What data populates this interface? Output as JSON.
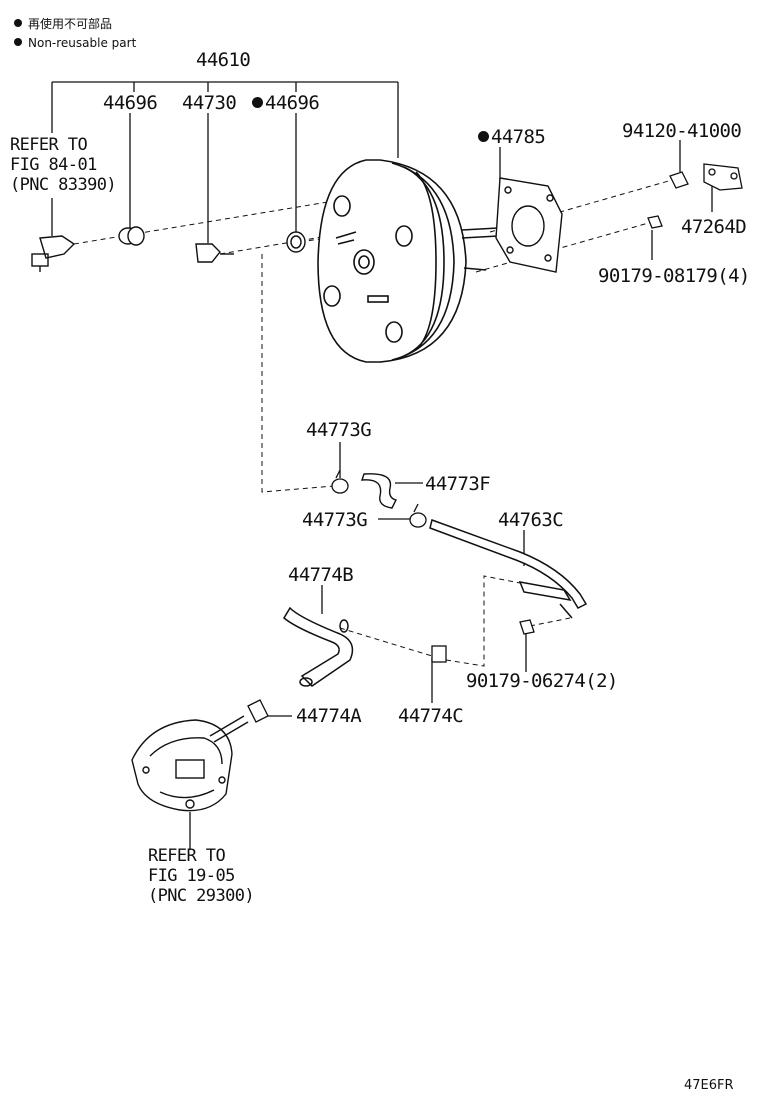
{
  "legend": {
    "jp": "再使用不可部品",
    "en": "Non-reusable part"
  },
  "labels": {
    "p44610": "44610",
    "p44696a": "44696",
    "p44730": "44730",
    "p44696b": "44696",
    "p44785": "44785",
    "p94120": "94120-41000",
    "p47264d": "47264D",
    "p90179_08179": "90179-08179(4)",
    "p44773g_top": "44773G",
    "p44773f": "44773F",
    "p44773g_bot": "44773G",
    "p44763c": "44763C",
    "p44774b": "44774B",
    "p90179_06274": "90179-06274(2)",
    "p44774a": "44774A",
    "p44774c": "44774C"
  },
  "refs": {
    "fig84": [
      "REFER TO",
      "FIG 84-01",
      "(PNC 83390)"
    ],
    "fig19": [
      "REFER TO",
      "FIG 19-05",
      "(PNC 29300)"
    ]
  },
  "diagram_code": "47E6FR"
}
